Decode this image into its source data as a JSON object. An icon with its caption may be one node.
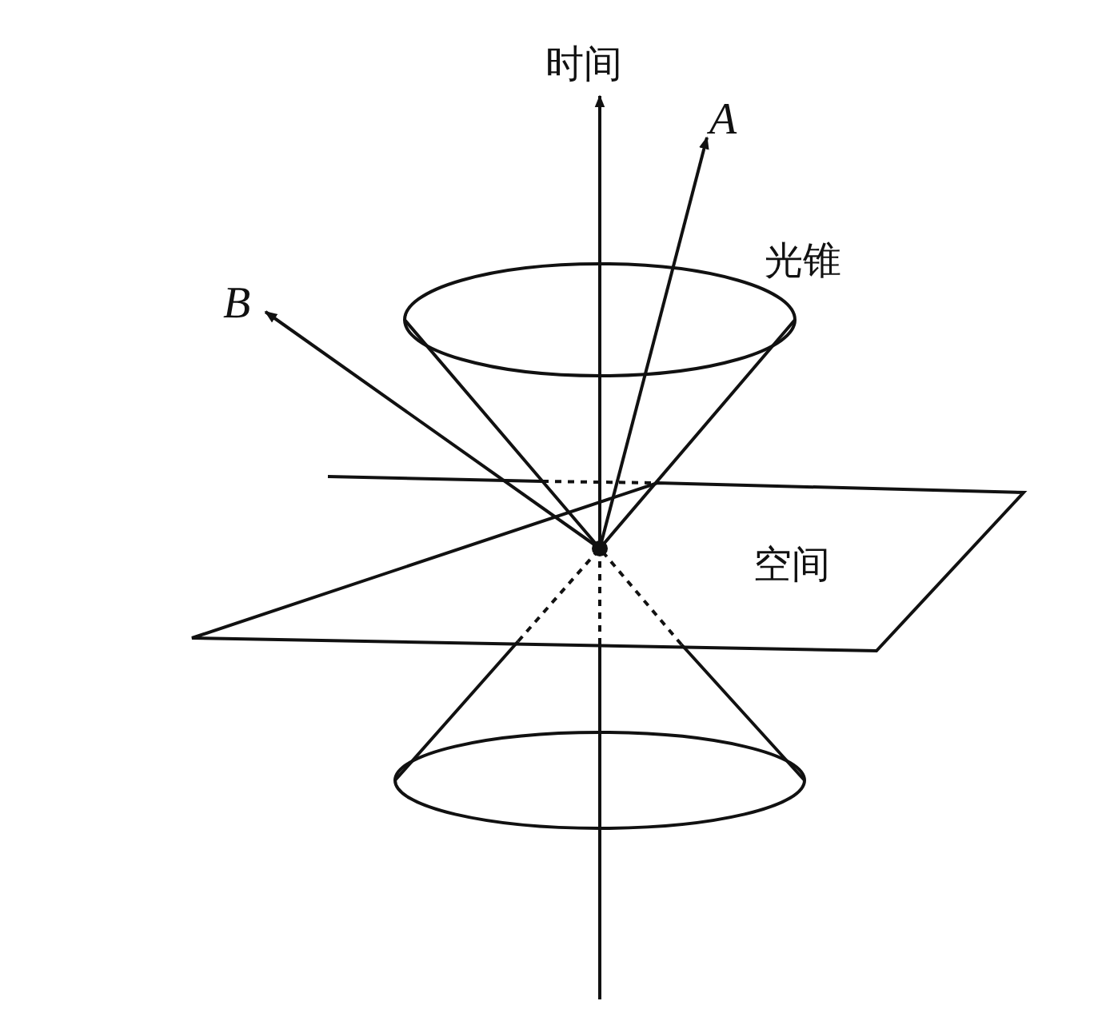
{
  "diagram": {
    "labels": [
      "时间",
      "A",
      "光锥",
      "B",
      "空间"
    ]
  }
}
